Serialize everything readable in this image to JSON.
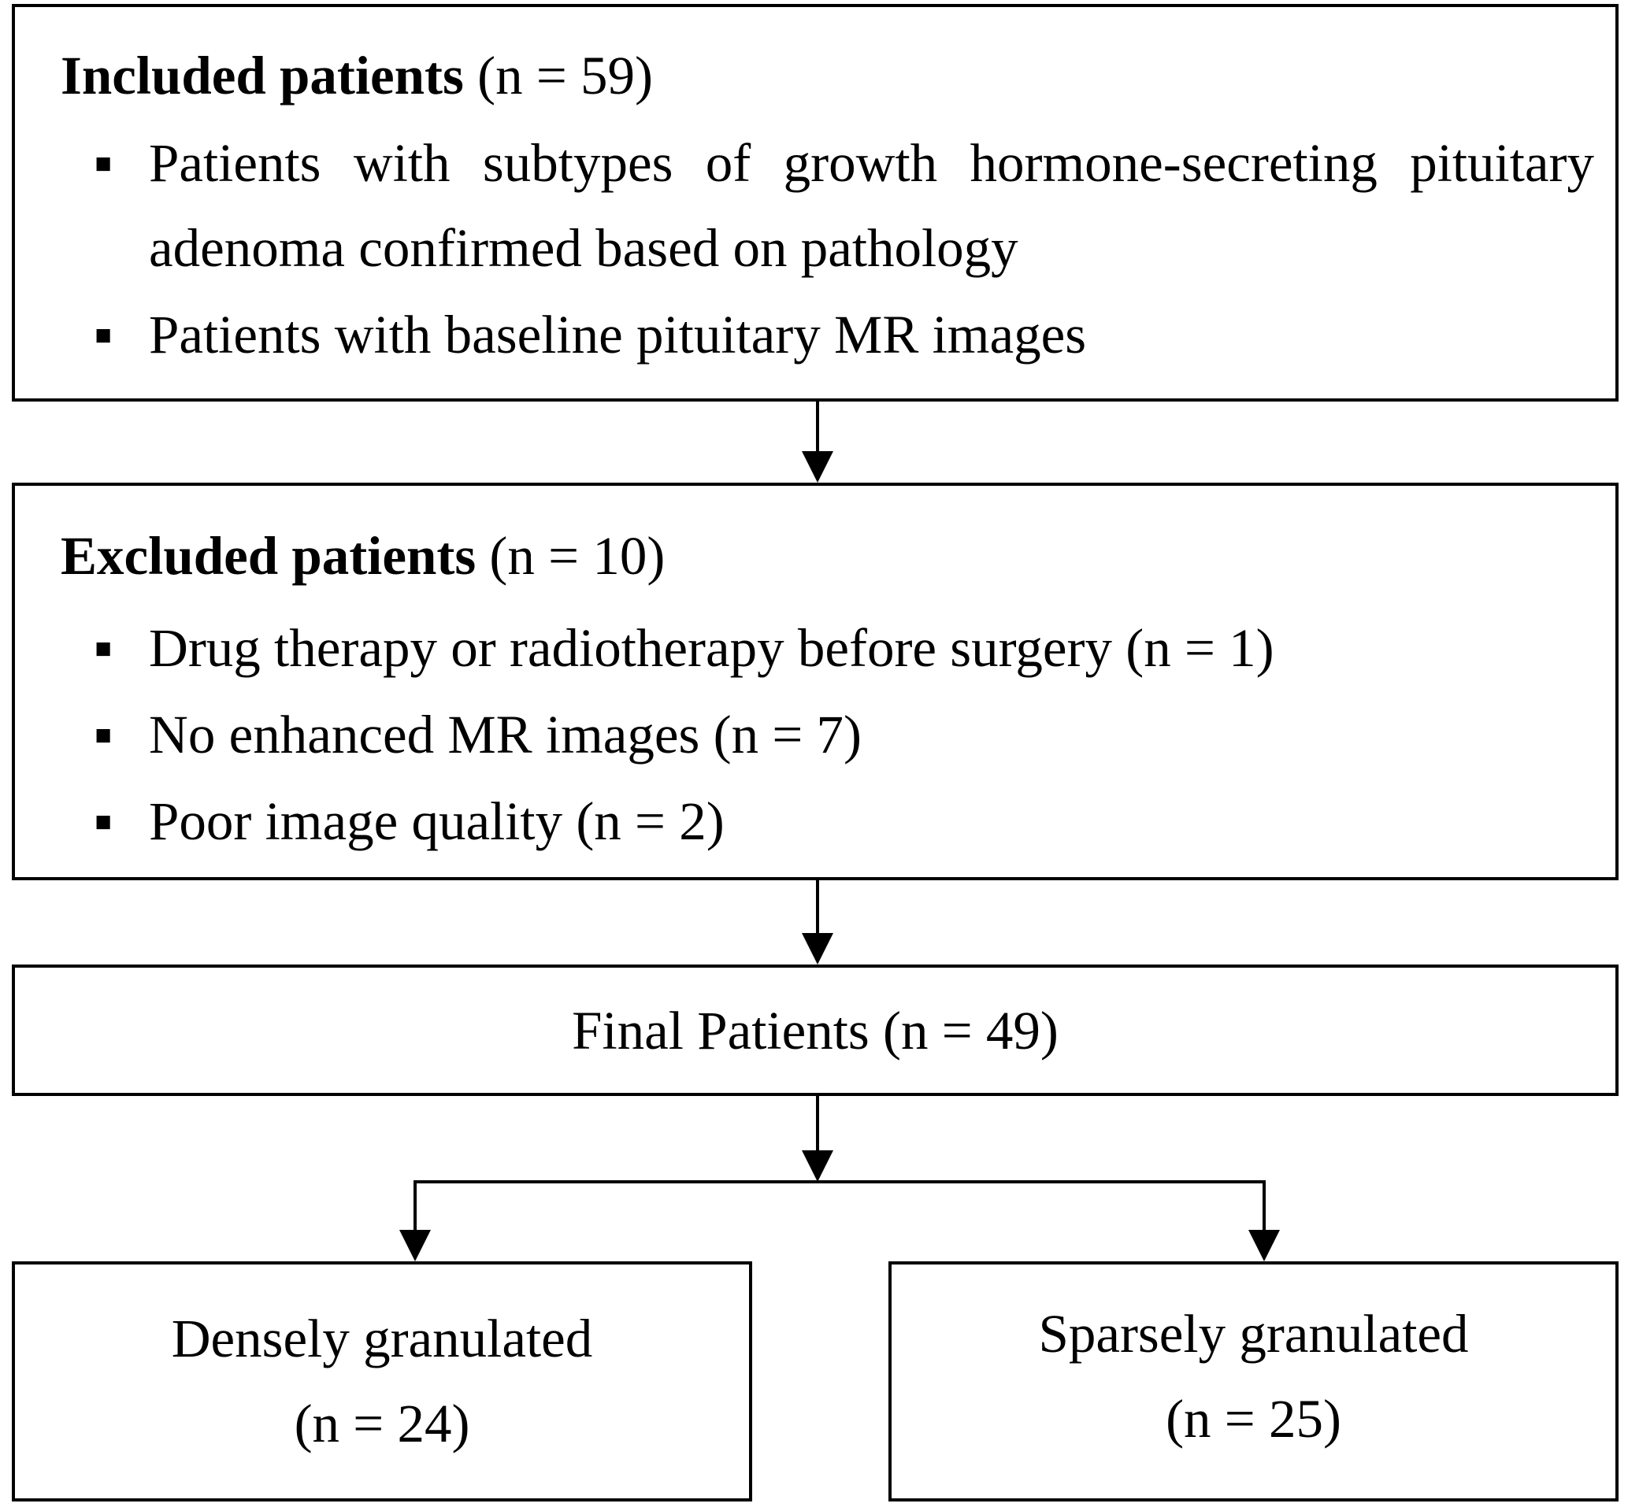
{
  "included": {
    "heading_bold": "Included patients",
    "heading_count": "(n = 59)",
    "items": [
      "Patients with subtypes of growth hormone-secreting pituitary adenoma confirmed based on pathology",
      "Patients with baseline pituitary MR images"
    ]
  },
  "excluded": {
    "heading_bold": "Excluded patients",
    "heading_count": "(n = 10)",
    "items": [
      "Drug therapy or radiotherapy before surgery (n = 1)",
      "No enhanced MR images (n = 7)",
      "Poor image quality (n = 2)"
    ]
  },
  "final": {
    "label": "Final Patients (n = 49)"
  },
  "groups": {
    "dense": {
      "label": "Densely granulated",
      "count": "(n = 24)"
    },
    "sparse": {
      "label": "Sparsely granulated",
      "count": "(n = 25)"
    }
  },
  "bullet_glyph": "▪"
}
